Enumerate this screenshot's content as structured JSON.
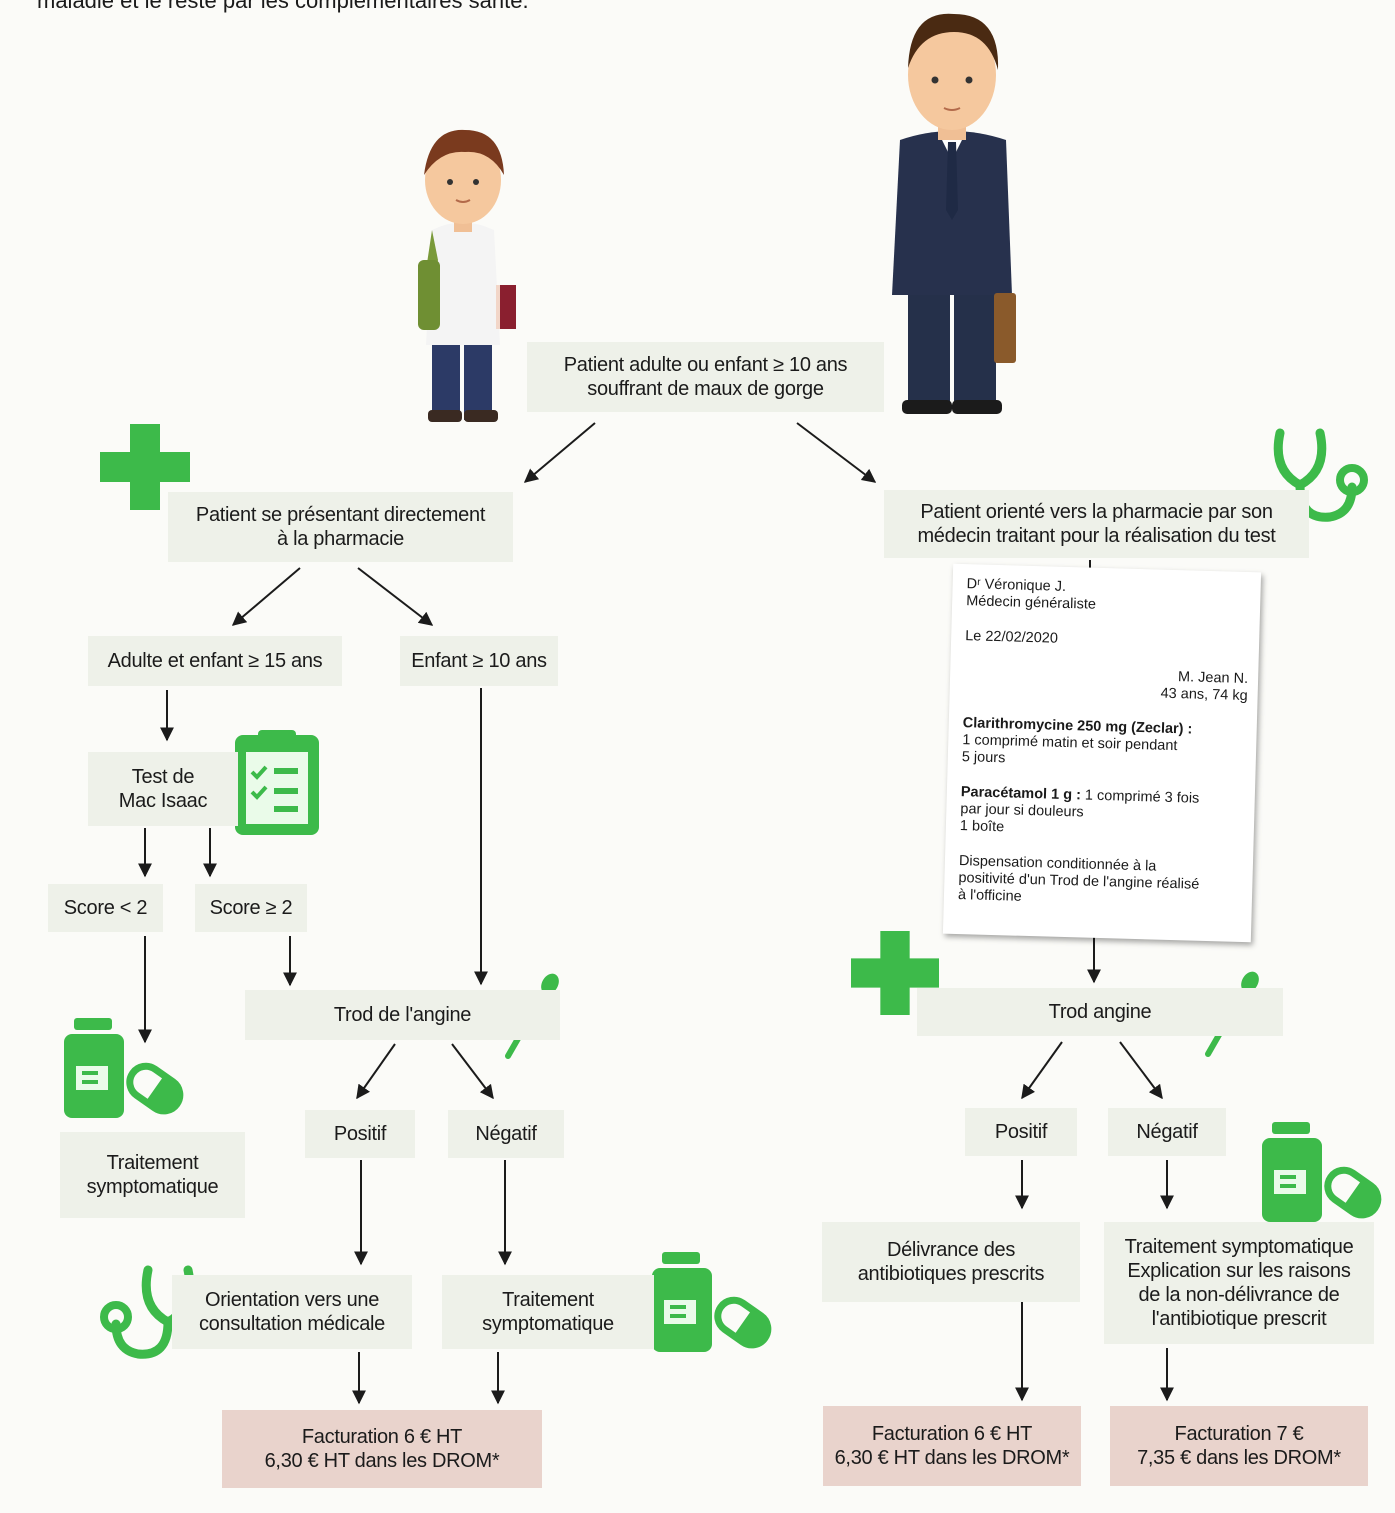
{
  "intro_text": "maladie et le reste par les complémentaires santé.",
  "colors": {
    "green": "#3dba4a",
    "box_bg": "#eef1e9",
    "bill_bg": "#e9d3cc"
  },
  "icons": [
    "child-figure",
    "adult-figure",
    "pharmacy-cross-icon",
    "stethoscope-icon",
    "checklist-icon",
    "swab-icon",
    "medication-icon"
  ],
  "nodes": {
    "start": "Patient adulte ou enfant ≥ 10 ans\nsouffrant de maux de gorge",
    "direct": "Patient se présentant directement\nà la pharmacie",
    "referred": "Patient orienté vers la pharmacie par son\nmédecin traitant pour la réalisation du test",
    "adult15": "Adulte et enfant ≥ 15 ans",
    "child10": "Enfant ≥ 10 ans",
    "mac_isaac": "Test de\nMac Isaac",
    "score_lt2": "Score < 2",
    "score_ge2": "Score ≥ 2",
    "trod_left": "Trod de l'angine",
    "trod_right": "Trod angine",
    "sympt_left": "Traitement\nsymptomatique",
    "pos_left": "Positif",
    "neg_left": "Négatif",
    "orient": "Orientation vers une\nconsultation médicale",
    "sympt_mid": "Traitement\nsymptomatique",
    "bill_left": "Facturation 6 € HT\n6,30 € HT dans les DROM*",
    "pos_right": "Positif",
    "neg_right": "Négatif",
    "deliv": "Délivrance des\nantibiotiques prescrits",
    "sympt_right": "Traitement symptomatique\nExplication sur les raisons\nde la non-délivrance de\nl'antibiotique prescrit",
    "bill_mid": "Facturation 6 € HT\n6,30 € HT dans les DROM*",
    "bill_right": "Facturation 7 €\n7,35 € dans les DROM*"
  },
  "prescription": {
    "doctor_name": "Dʳ Véronique J.",
    "doctor_title": "Médecin généraliste",
    "date": "Le 22/02/2020",
    "patient_name": "M. Jean N.",
    "patient_info": "43 ans, 74 kg",
    "drug1_name": "Clarithromycine 250 mg (Zeclar) :",
    "drug1_dose": "1 comprimé matin et soir pendant\n5 jours",
    "drug2_name": "Paracétamol 1 g :",
    "drug2_dose": " 1 comprimé 3 fois\npar jour si douleurs\n1 boîte",
    "condition": "Dispensation conditionnée à la\npositivité d'un Trod de l'angine réalisé\nà l'officine"
  }
}
